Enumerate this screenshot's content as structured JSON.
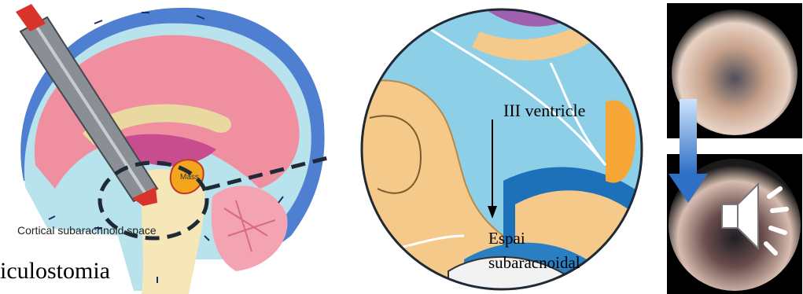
{
  "labels": {
    "cortical": "Cortical subarachnoid space",
    "mass": "Mass",
    "ventricle": "III ventricle",
    "subarach_line1": "Espai",
    "subarach_line2": "subaracnoidal",
    "bottom_text": "iculostomia"
  },
  "colors": {
    "cerebrum": "#ef8fa0",
    "csf": "#b9e3ec",
    "dura": "#4f7fd0",
    "mass": "#f4a51e",
    "cerebellum": "#f4a3b3",
    "brainstem": "#f6e7b8",
    "zoom_bg": "#8ecfe8",
    "tissue": "#f5c98a",
    "purple": "#a060b0",
    "orange": "#f5a636",
    "deep_blue": "#1d71b8"
  },
  "icons": {
    "speaker": "speaker-icon",
    "endoscope": "endoscope-icon",
    "arrow": "down-arrow-icon"
  }
}
